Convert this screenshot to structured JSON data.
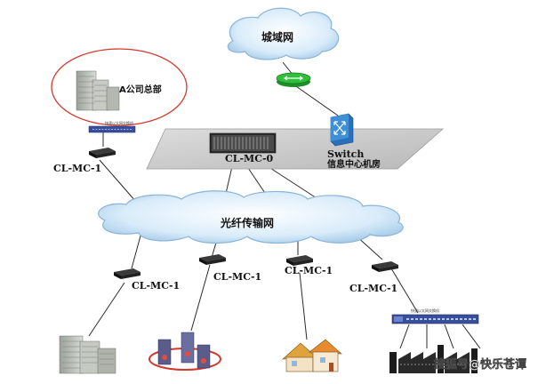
{
  "colors": {
    "cloud_fill": "#cfe6f8",
    "cloud_edge": "#8ab4d8",
    "platform": "#cfcfcf",
    "router": "#2fbf3a",
    "switch": "#3d8fd6",
    "hq_ellipse": "#d23a2e",
    "device": "#222222",
    "switch_panel": "#3a4f9a"
  },
  "icons": [
    "wan-cloud",
    "router-icon",
    "switch-icon",
    "server-chassis",
    "media-converter",
    "building",
    "datacenter-towers",
    "house",
    "factory",
    "ethernet-switch-panel"
  ],
  "nodes": {
    "wan": "城域网",
    "hq": "A公司总部",
    "hq_switch_caption": "快速以太网交换机",
    "switch_label": "Switch",
    "datacenter": "信息中心机房",
    "center_mc": "CL-MC-0",
    "hq_mc": "CL-MC-1",
    "fiber": "光纤传输网",
    "mc1": "CL-MC-1",
    "mc2": "CL-MC-1",
    "mc3": "CL-MC-1",
    "mc4": "CL-MC-1",
    "branch_switch_caption": "快速以太网交换机"
  },
  "watermark": "搜狐号@快乐苍谭"
}
